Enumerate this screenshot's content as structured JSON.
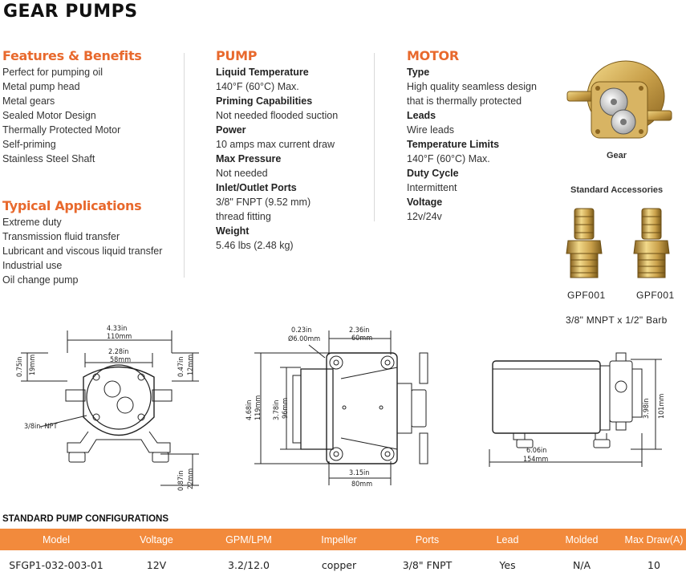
{
  "page_title": "GEAR PUMPS",
  "features": {
    "heading": "Features & Benefits",
    "items": [
      "Perfect for pumping oil",
      "Metal pump head",
      "Metal gears",
      "Sealed Motor Design",
      "Thermally Protected Motor",
      "Self-priming",
      "Stainless Steel Shaft"
    ]
  },
  "applications": {
    "heading": "Typical Applications",
    "items": [
      "Extreme duty",
      "Transmission fluid transfer",
      "Lubricant and viscous liquid transfer",
      "Industrial use",
      "Oil change pump"
    ]
  },
  "pump": {
    "heading": "PUMP",
    "specs": [
      {
        "label": "Liquid Temperature",
        "lines": [
          "140°F (60°C) Max."
        ]
      },
      {
        "label": "Priming Capabilities",
        "lines": [
          "Not needed flooded suction"
        ]
      },
      {
        "label": "Power",
        "lines": [
          "10 amps max current draw"
        ]
      },
      {
        "label": "Max Pressure",
        "lines": [
          "Not needed"
        ]
      },
      {
        "label": "Inlet/Outlet Ports",
        "lines": [
          "3/8\" FNPT (9.52 mm)",
          "thread fitting"
        ]
      },
      {
        "label": "Weight",
        "lines": [
          "5.46 lbs (2.48 kg)"
        ]
      }
    ]
  },
  "motor": {
    "heading": "MOTOR",
    "specs": [
      {
        "label": "Type",
        "lines": [
          "High quality seamless design",
          "that is thermally protected"
        ]
      },
      {
        "label": "Leads",
        "lines": [
          "Wire leads"
        ]
      },
      {
        "label": "Temperature Limits",
        "lines": [
          "140°F (60°C) Max."
        ]
      },
      {
        "label": "Duty Cycle",
        "lines": [
          "Intermittent"
        ]
      },
      {
        "label": "Voltage",
        "lines": [
          "12v/24v"
        ]
      }
    ]
  },
  "images": {
    "gear_caption": "Gear",
    "accessories_caption": "Standard Accessories",
    "accessories": [
      "GPF001",
      "GPF001"
    ],
    "barb_caption": "3/8\" MNPT x 1/2\" Barb"
  },
  "drawings": {
    "front": {
      "d1_in": "4.33in",
      "d1_mm": "110mm",
      "d2_in": "2.28in",
      "d2_mm": "58mm",
      "d3_in": "0.75in",
      "d3_mm": "19mm",
      "d4_in": "0.47in",
      "d4_mm": "12mm",
      "d5_in": "0.87in",
      "d5_mm": "22mm",
      "port": "3/8in. NPT"
    },
    "top": {
      "d1_in": "0.23in",
      "d1_mm": "Ø6.00mm",
      "d2_in": "2.36in",
      "d2_mm": "60mm",
      "d3_in": "4.68in",
      "d3_mm": "119mm",
      "d4_in": "3.78in",
      "d4_mm": "96mm",
      "d5_in": "3.15in",
      "d5_mm": "80mm"
    },
    "side": {
      "d1_in": "3.98in",
      "d1_mm": "101mm",
      "d2_in": "6.06in",
      "d2_mm": "154mm"
    }
  },
  "config": {
    "title": "STANDARD PUMP CONFIGURATIONS",
    "headers": [
      "Model",
      "Voltage",
      "GPM/LPM",
      "Impeller",
      "Ports",
      "Lead",
      "Molded",
      "Max Draw(A)"
    ],
    "rows": [
      [
        "SFGP1-032-003-01",
        "12V",
        "3.2/12.0",
        "copper",
        "3/8\" FNPT",
        "Yes",
        "N/A",
        "10"
      ]
    ]
  },
  "colors": {
    "accent": "#e8692d",
    "table_header": "#f28a3c",
    "brass": "#c9a04a"
  }
}
